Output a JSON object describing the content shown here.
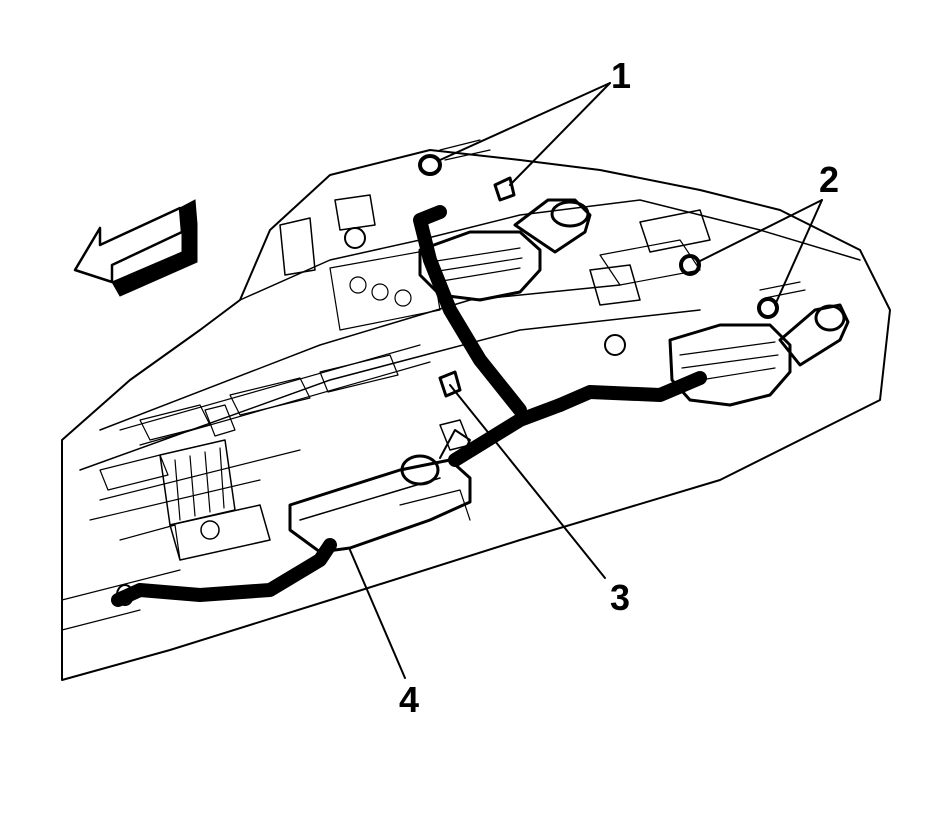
{
  "diagram": {
    "callouts": {
      "c1": "1",
      "c2": "2",
      "c3": "3",
      "c4": "4"
    },
    "icons": [
      "direction-arrow-icon"
    ]
  }
}
